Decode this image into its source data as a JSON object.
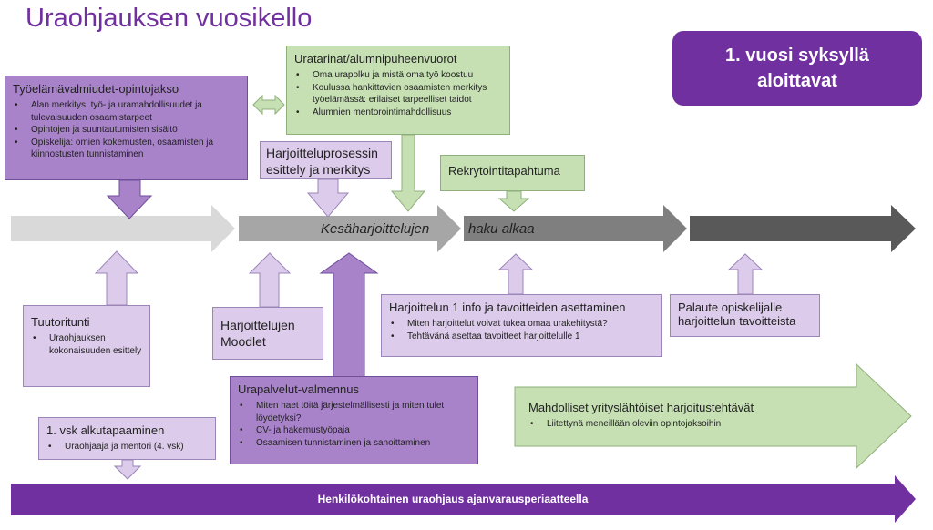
{
  "title": "Uraohjauksen vuosikello",
  "badge": "1. vuosi syksyllä aloittavat",
  "timeline": {
    "left": "Kesäharjoittelujen",
    "right": "haku alkaa"
  },
  "tyoelama": {
    "title": "Työelämävalmiudet-opintojakso",
    "items": [
      "Alan merkitys, työ- ja uramahdollisuudet ja tulevaisuuden osaamistarpeet",
      "Opintojen ja suuntautumisten sisältö",
      "Opiskelija: omien kokemusten, osaamisten ja kiinnostusten tunnistaminen"
    ]
  },
  "uratarinat": {
    "title": "Uratarinat/alumnipuheenvuorot",
    "items": [
      "Oma urapolku ja mistä oma työ koostuu",
      "Koulussa hankittavien osaamisten merkitys työelämässä: erilaiset tarpeelliset taidot",
      "Alumnien mentorointimahdollisuus"
    ]
  },
  "prosessi": "Harjoitteluprosessin esittely ja merkitys",
  "rekry": "Rekrytointitapahtuma",
  "tuutori": {
    "title": "Tuutoritunti",
    "items": [
      "Uraohjauksen kokonaisuuden esittely"
    ]
  },
  "moodlet": "Harjoittelujen Moodlet",
  "info": {
    "title": "Harjoittelun 1 info ja tavoitteiden asettaminen",
    "items": [
      "Miten harjoittelut voivat tukea omaa urakehitystä?",
      "Tehtävänä asettaa tavoitteet harjoittelulle 1"
    ]
  },
  "palaute": "Palaute opiskelijalle harjoittelun tavoitteista",
  "urapalvelut": {
    "title": "Urapalvelut-valmennus",
    "items": [
      "Miten haet töitä järjestelmällisesti ja miten tulet löydetyksi?",
      "CV- ja hakemustyöpaja",
      "Osaamisen tunnistaminen ja sanoittaminen"
    ]
  },
  "alku": {
    "title": "1. vsk alkutapaaminen",
    "items": [
      "Uraohjaaja ja mentori (4. vsk)"
    ]
  },
  "mahdolliset": {
    "title": "Mahdolliset yrityslähtöiset harjoitustehtävät",
    "items": [
      "Liitettynä meneillään oleviin opintojaksoihin"
    ]
  },
  "bottom": "Henkilökohtainen uraohjaus ajanvarausperiaatteella"
}
